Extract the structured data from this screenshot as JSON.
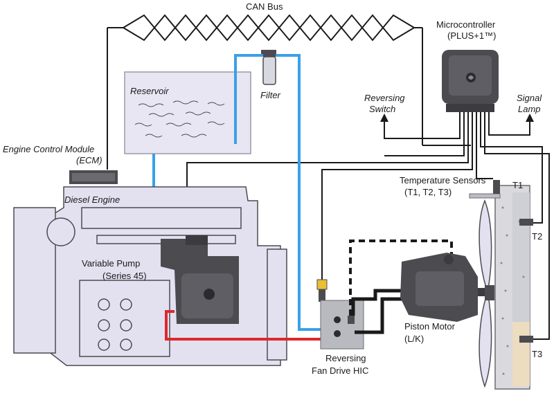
{
  "labels": {
    "can_bus": "CAN Bus",
    "microcontroller_line1": "Microcontroller",
    "microcontroller_line2": "(PLUS+1™)",
    "reservoir": "Reservoir",
    "filter": "Filter",
    "reversing_switch_line1": "Reversing",
    "reversing_switch_line2": "Switch",
    "signal_lamp_line1": "Signal",
    "signal_lamp_line2": "Lamp",
    "ecm_line1": "Engine Control Module",
    "ecm_line2": "(ECM)",
    "diesel_engine": "Diesel Engine",
    "temperature_sensors_line1": "Temperature Sensors",
    "temperature_sensors_line2": "(T1, T2, T3)",
    "t1": "T1",
    "t2": "T2",
    "t3": "T3",
    "variable_pump_line1": "Variable Pump",
    "variable_pump_line2": "(Series 45)",
    "piston_motor_line1": "Piston Motor",
    "piston_motor_line2": "(L/K)",
    "hic_line1": "Reversing",
    "hic_line2": "Fan Drive HIC"
  },
  "colors": {
    "oil_line": "#3aa0e8",
    "pressure_line": "#e0262b",
    "wire": "#1a1a1a",
    "engine_fill": "#e3e1ef",
    "engine_stroke": "#4a4a52",
    "reservoir_fill": "#e8e6f3",
    "radiator_fill": "#d9d9de",
    "radiator_hot": "#ecdcc0",
    "component_dark": "#4b4b50"
  }
}
